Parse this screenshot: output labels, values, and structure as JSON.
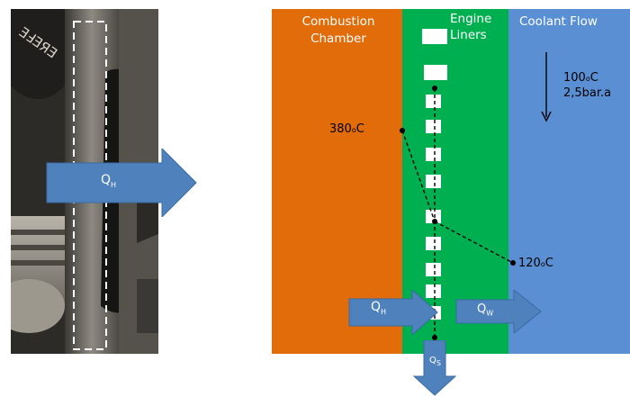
{
  "labels": {
    "combustion_chamber_line1": "Combustion",
    "combustion_chamber_line2": "Chamber",
    "engine_liners_line1": "Engine",
    "engine_liners_line2": "Liners",
    "coolant_flow": "Coolant Flow",
    "coolant_temp_value": "100",
    "coolant_temp_unit": "C",
    "coolant_pressure": "2,5bar.a",
    "temp_380_value": "380",
    "temp_380_unit": "C",
    "temp_120_value": "120",
    "temp_120_unit": "C"
  },
  "arrows": {
    "photo_heat": {
      "main": "Q",
      "sub": "H"
    },
    "heat_in": {
      "main": "Q",
      "sub": "H"
    },
    "heat_to_water": {
      "main": "Q",
      "sub": "W"
    },
    "heat_to_structure": {
      "main": "Q",
      "sub": "S"
    }
  },
  "photo": {
    "engraved_text": "ƎℲƎЯƎ"
  },
  "colors": {
    "combustion": "#e36c0a",
    "liner": "#00b050",
    "coolant": "#5b8fd3",
    "arrow": "#4f81bd"
  }
}
